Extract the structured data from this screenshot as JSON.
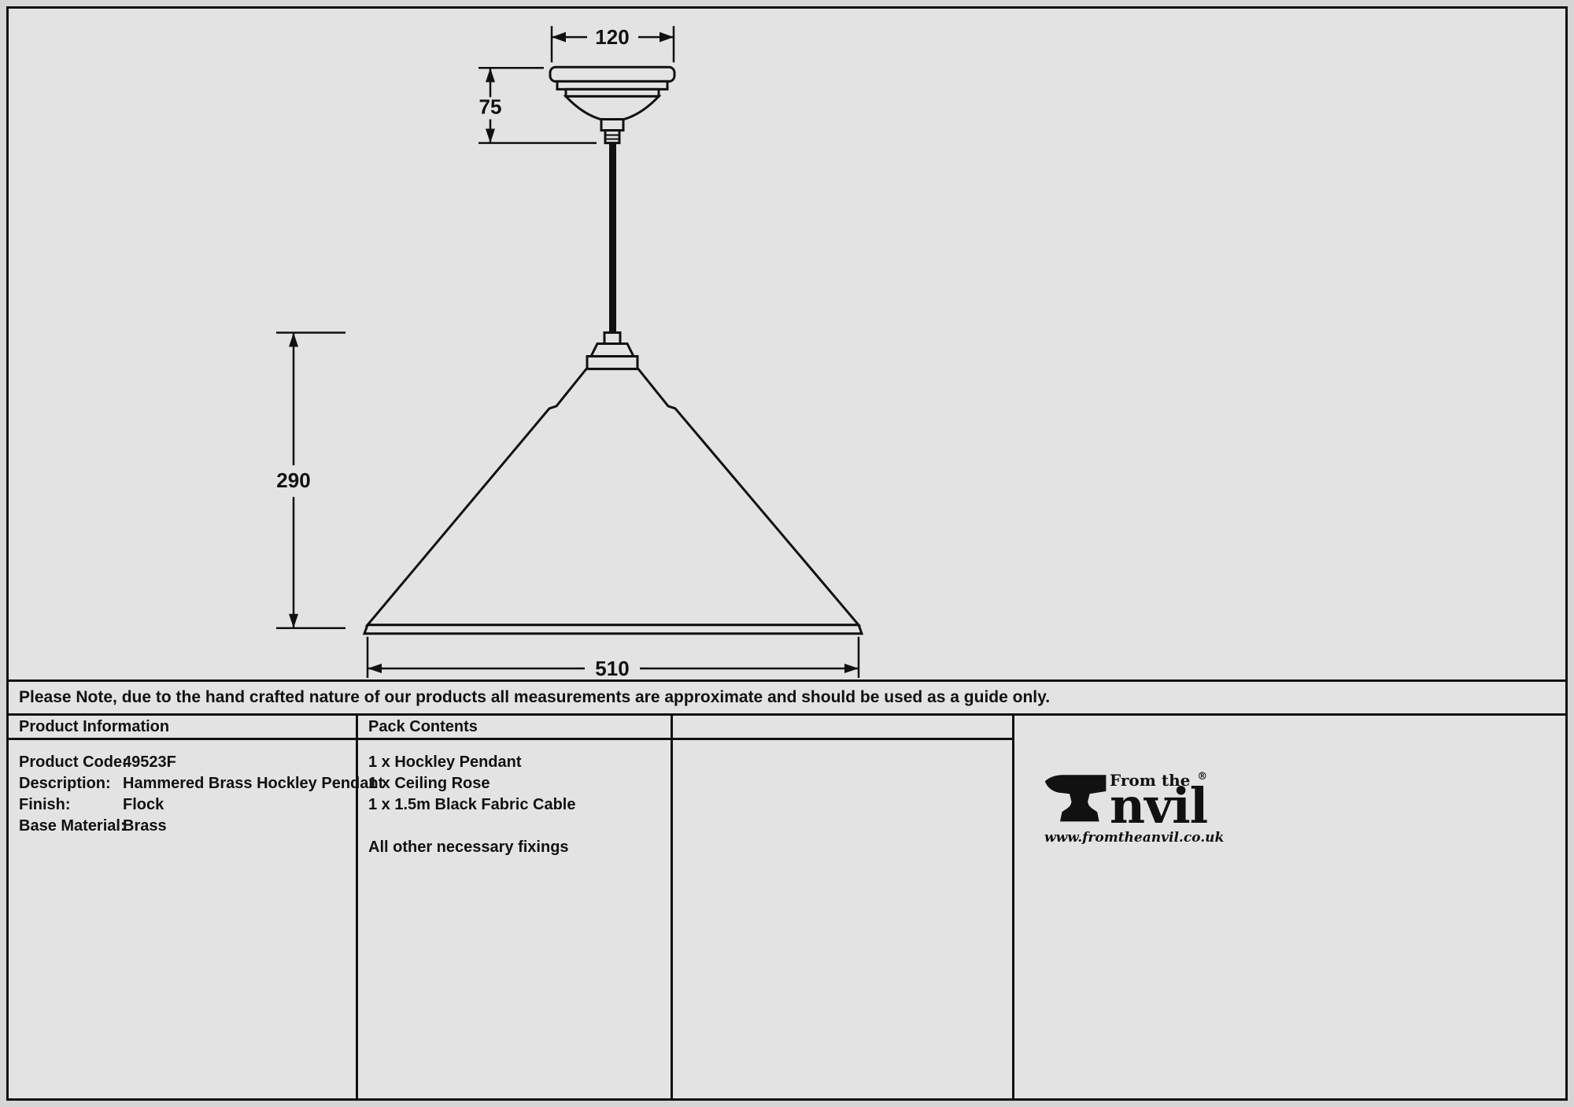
{
  "drawing": {
    "dims": {
      "rose_width": "120",
      "rose_height": "75",
      "shade_height": "290",
      "shade_width": "510"
    }
  },
  "note": "Please Note, due to the hand crafted nature of our products all measurements are approximate and should be used as a guide only.",
  "table": {
    "product_info": {
      "header": "Product Information",
      "rows": [
        {
          "label": "Product Code:",
          "value": "49523F"
        },
        {
          "label": "Description:",
          "value": "Hammered Brass Hockley Pendant"
        },
        {
          "label": "Finish:",
          "value": "Flock"
        },
        {
          "label": "Base Material:",
          "value": "Brass"
        }
      ]
    },
    "pack_contents": {
      "header": "Pack Contents",
      "items": [
        "1 x Hockley Pendant",
        "1 x Ceiling Rose",
        "1 x 1.5m Black Fabric Cable"
      ],
      "footer": "All other necessary fixings"
    }
  },
  "logo": {
    "prefix": "From the",
    "registered": "®",
    "brand_suffix": "nvil",
    "website": "www.fromtheanvil.co.uk"
  }
}
